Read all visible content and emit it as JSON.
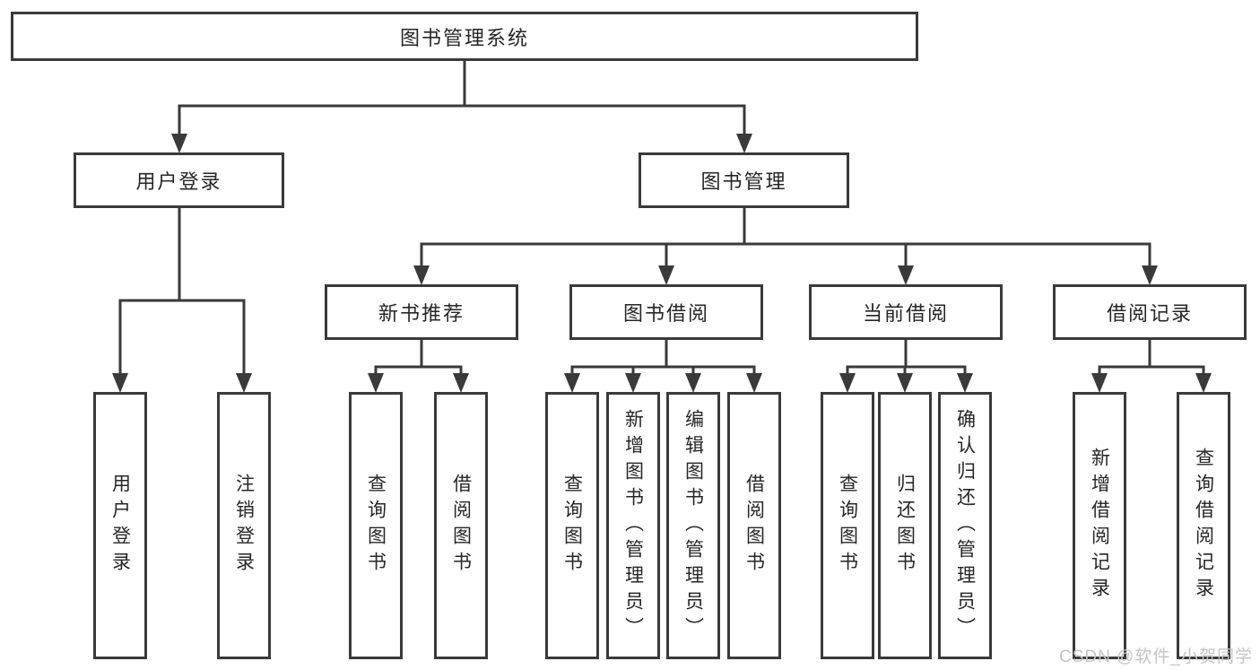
{
  "tree": {
    "root": "图书管理系统",
    "branches": [
      {
        "label": "用户登录",
        "children": [
          "用户登录",
          "注销登录"
        ]
      },
      {
        "label": "图书管理",
        "groups": [
          {
            "label": "新书推荐",
            "children": [
              "查询图书",
              "借阅图书"
            ]
          },
          {
            "label": "图书借阅",
            "children": [
              "查询图书",
              "新增图书（管理员）",
              "编辑图书（管理员）",
              "借阅图书"
            ]
          },
          {
            "label": "当前借阅",
            "children": [
              "查询图书",
              "归还图书",
              "确认归还（管理员）"
            ]
          },
          {
            "label": "借阅记录",
            "children": [
              "新增借阅记录",
              "查询借阅记录"
            ]
          }
        ]
      }
    ]
  },
  "watermark": "CSDN @软件_小贺同学",
  "colors": {
    "line": "#3a3a3a",
    "text": "#262626",
    "box_bg": "#ffffff",
    "watermark": "#c4c4c4",
    "background": "#ffffff"
  }
}
